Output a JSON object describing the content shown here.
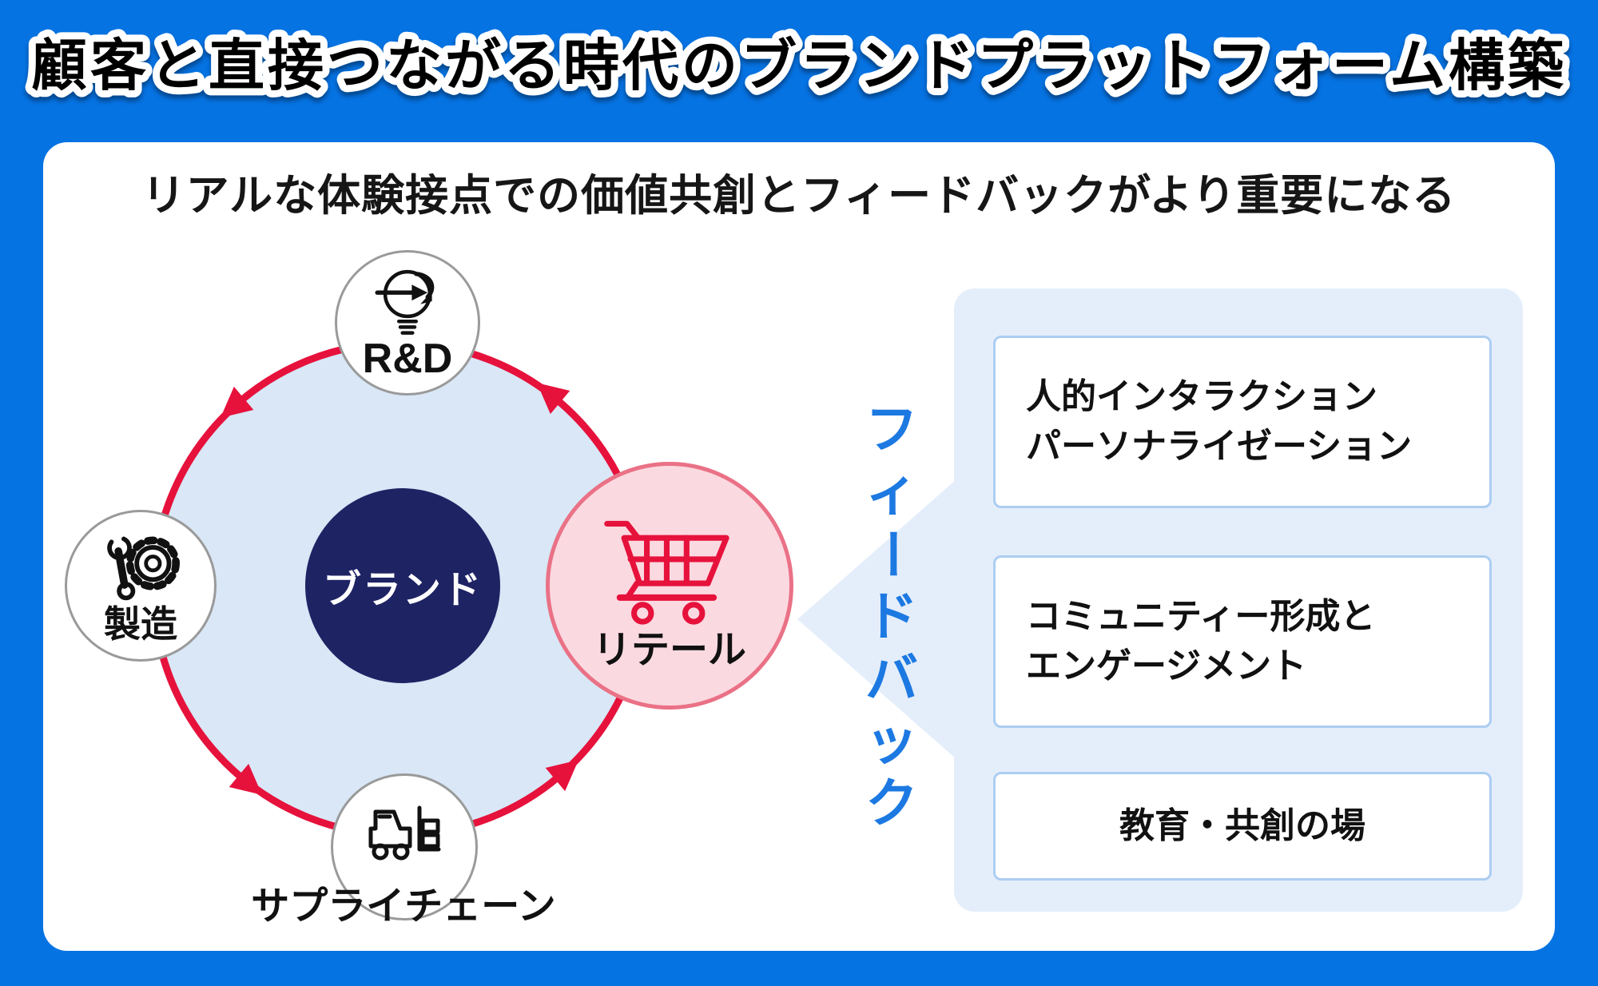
{
  "page": {
    "title": "顧客と直接つながる時代のブランドプラットフォーム構築",
    "subtitle": "リアルな体験接点での価値共創とフィードバックがより重要になる"
  },
  "cycle": {
    "center": {
      "label": "ブランド"
    },
    "direction": "counterclockwise",
    "nodes": [
      {
        "id": "rnd",
        "label": "R&D",
        "icon": "lightbulb-idea-icon"
      },
      {
        "id": "manufacturing",
        "label": "製造",
        "icon": "gear-wrench-icon"
      },
      {
        "id": "supply-chain",
        "label": "サプライチェーン",
        "icon": "forklift-icon"
      },
      {
        "id": "retail",
        "label": "リテール",
        "icon": "shopping-cart-icon"
      }
    ]
  },
  "feedback": {
    "label": "フィードバック",
    "items": [
      {
        "lines": [
          "人的インタラクション",
          "パーソナライゼーション"
        ]
      },
      {
        "lines": [
          "コミュニティー形成と",
          "エンゲージメント"
        ]
      },
      {
        "lines": [
          "教育・共創の場"
        ]
      }
    ]
  },
  "colors": {
    "frame_blue": "#0673e3",
    "card_white": "#ffffff",
    "cycle_disc": "#d9e7f6",
    "ring_red": "#e6123c",
    "brand_navy": "#1e2364",
    "retail_pink": "#fbd9e0",
    "retail_border": "#ea7186",
    "panel_blue": "#e4eefb",
    "box_border": "#accdf1",
    "feedback_blue": "#1d79e2"
  }
}
